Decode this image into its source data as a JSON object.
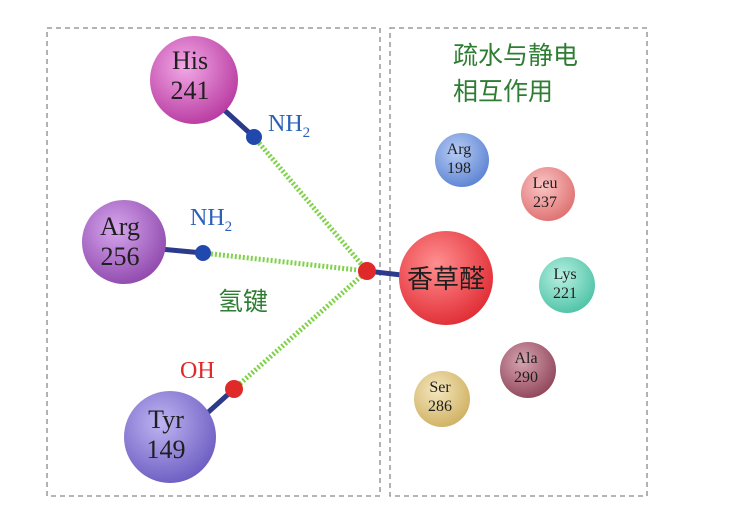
{
  "panels": {
    "left_caption": "氢键",
    "right_caption_line1": "疏水与静电",
    "right_caption_line2": "相互作用"
  },
  "ligand": {
    "name": "香草醛",
    "color": "#e8383f"
  },
  "hbond_residues": [
    {
      "name": "His",
      "number": "241",
      "group": "NH",
      "group_sub": "2",
      "color": "#c548b8",
      "group_color": "#2a62b8"
    },
    {
      "name": "Arg",
      "number": "256",
      "group": "NH",
      "group_sub": "2",
      "color": "#a35bbe",
      "group_color": "#2a62b8"
    },
    {
      "name": "Tyr",
      "number": "149",
      "group": "OH",
      "group_sub": "",
      "color": "#7f6fcf",
      "group_color": "#e02a2a"
    }
  ],
  "contact_residues": [
    {
      "name": "Arg",
      "number": "198",
      "color": "#6b8fd8"
    },
    {
      "name": "Leu",
      "number": "237",
      "color": "#e57e7e"
    },
    {
      "name": "Lys",
      "number": "221",
      "color": "#58cbb0"
    },
    {
      "name": "Ala",
      "number": "290",
      "color": "#9e5266"
    },
    {
      "name": "Ser",
      "number": "286",
      "color": "#d7be72"
    }
  ],
  "colors": {
    "bond_stick": "#2b3a8a",
    "hbond_dash": "#7fd24a",
    "panel_border": "#888888",
    "caption_text": "#2e7d32",
    "label_text": "#1f1f1f"
  }
}
